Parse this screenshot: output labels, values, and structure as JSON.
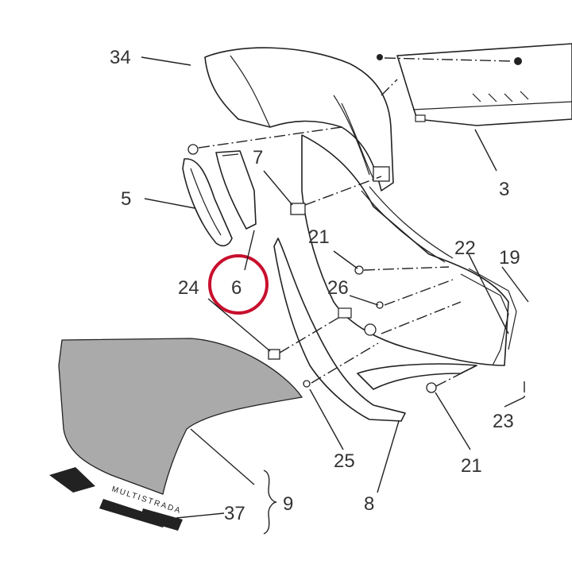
{
  "diagram": {
    "callouts": [
      "34",
      "3",
      "7",
      "5",
      "6",
      "21",
      "22",
      "19",
      "24",
      "26",
      "23",
      "25",
      "21",
      "8",
      "37",
      "9"
    ],
    "highlight_color": "#c8102e",
    "decal_fill": "#aaaaaa",
    "decal_text": "MULTISTRADA"
  }
}
